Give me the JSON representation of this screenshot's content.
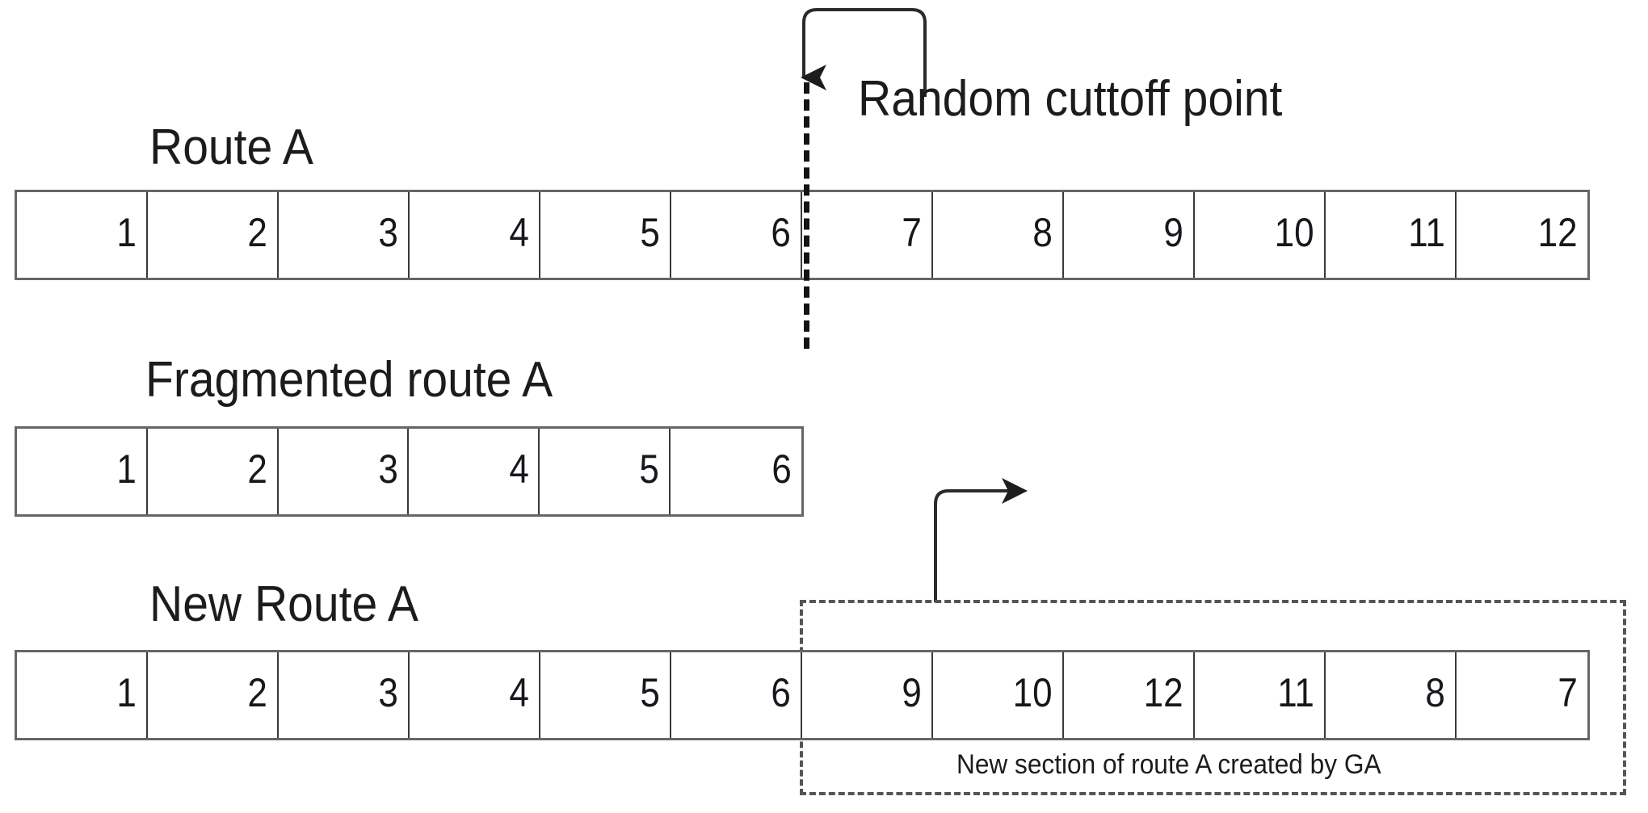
{
  "figure": {
    "title_route_a": "Route A",
    "title_fragmented": "Fragmented route A",
    "title_new_route_a": "New Route A",
    "callout_cutoff": "Random cuttoff point",
    "caption_new_section": "New section of route A created by GA",
    "colors": {
      "strip_outer_border": "#666666",
      "cell_divider": "#3a3a3a",
      "text": "#1c1c1c",
      "cutoff_line": "#141414",
      "dashed_box": "#555555",
      "arrow": "#2b2b2b",
      "background": "#ffffff"
    }
  },
  "route_a": {
    "label": "Route A",
    "cells": [
      "1",
      "2",
      "3",
      "4",
      "5",
      "6",
      "7",
      "8",
      "9",
      "10",
      "11",
      "12"
    ],
    "cutoff_after_index": 6
  },
  "fragmented_route_a": {
    "label": "Fragmented route A",
    "cells": [
      "1",
      "2",
      "3",
      "4",
      "5",
      "6"
    ]
  },
  "new_route_a": {
    "label": "New Route A",
    "kept_cells": [
      "1",
      "2",
      "3",
      "4",
      "5",
      "6"
    ],
    "new_cells": [
      "9",
      "10",
      "12",
      "11",
      "8",
      "7"
    ],
    "cells": [
      "1",
      "2",
      "3",
      "4",
      "5",
      "6",
      "9",
      "10",
      "12",
      "11",
      "8",
      "7"
    ],
    "new_section_caption": "New section of route A created by GA"
  }
}
